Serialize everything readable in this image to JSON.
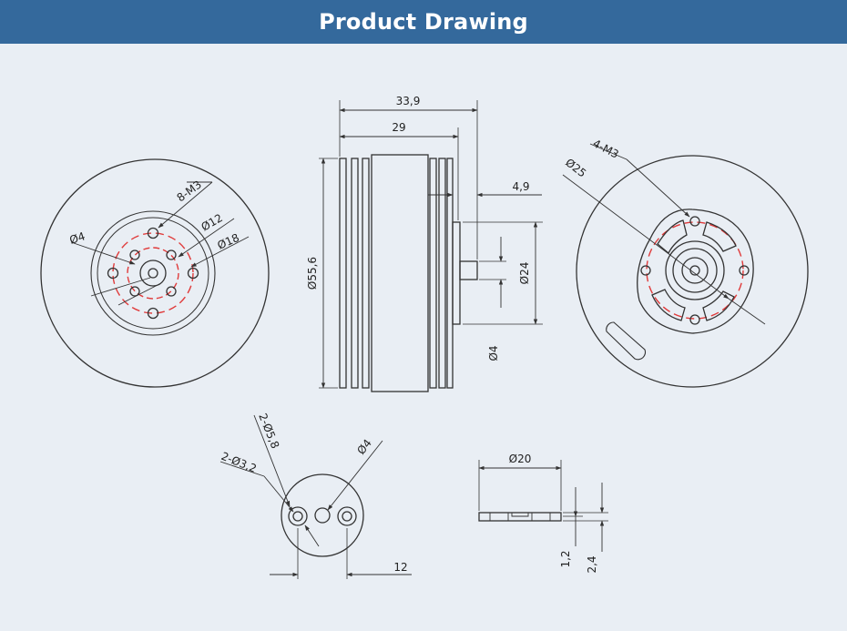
{
  "header": {
    "title": "Product Drawing"
  },
  "colors": {
    "banner": "#34699c",
    "background": "#e9eef4",
    "line": "#333333",
    "accent": "#e03a3a"
  },
  "front_view": {
    "d4": "Ø4",
    "m3": "8-M3",
    "d12": "Ø12",
    "d18": "Ø18"
  },
  "side_view": {
    "w339": "33,9",
    "w29": "29",
    "w49": "4,9",
    "d556": "Ø55,6",
    "d24": "Ø24",
    "d4": "Ø4"
  },
  "rear_view": {
    "m3": "4-M3",
    "d25": "Ø25"
  },
  "adapter_view": {
    "d58": "2-Ø5,8",
    "d4": "Ø4",
    "d32": "2-Ø3,2",
    "w12": "12"
  },
  "washer_view": {
    "d20": "Ø20",
    "t12": "1,2",
    "t24": "2,4"
  }
}
